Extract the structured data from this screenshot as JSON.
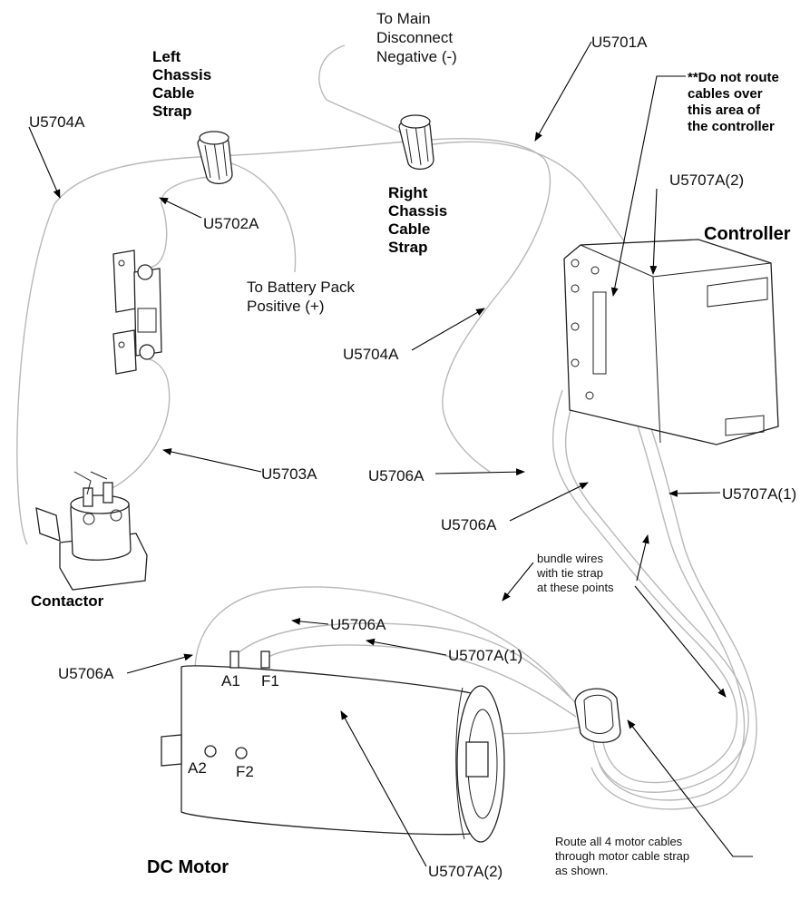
{
  "components": {
    "left_strap": [
      "Left",
      "Chassis",
      "Cable",
      "Strap"
    ],
    "right_strap": [
      "Right",
      "Chassis",
      "Cable",
      "Strap"
    ],
    "controller": "Controller",
    "contactor": "Contactor",
    "motor": "DC Motor"
  },
  "notes": {
    "main_disconnect": [
      "To Main",
      "Disconnect",
      "Negative (-)"
    ],
    "battery_pack": [
      "To Battery Pack",
      "Positive (+)"
    ],
    "do_not_route": [
      "**Do not route",
      "cables over",
      "this area of",
      "the controller"
    ],
    "bundle": [
      "bundle wires",
      "with tie strap",
      "at these points"
    ],
    "route_motor": [
      "Route all 4 motor cables",
      "through motor cable strap",
      "as shown."
    ]
  },
  "terminals": [
    "A1",
    "F1",
    "A2",
    "F2"
  ],
  "callouts": [
    "U5701A",
    "U5704A",
    "U5702A",
    "U5704A",
    "U5703A",
    "U5706A",
    "U5706A",
    "U5707A(2)",
    "U5707A(1)",
    "U5706A",
    "U5707A(1)",
    "U5706A",
    "U5707A(2)"
  ]
}
